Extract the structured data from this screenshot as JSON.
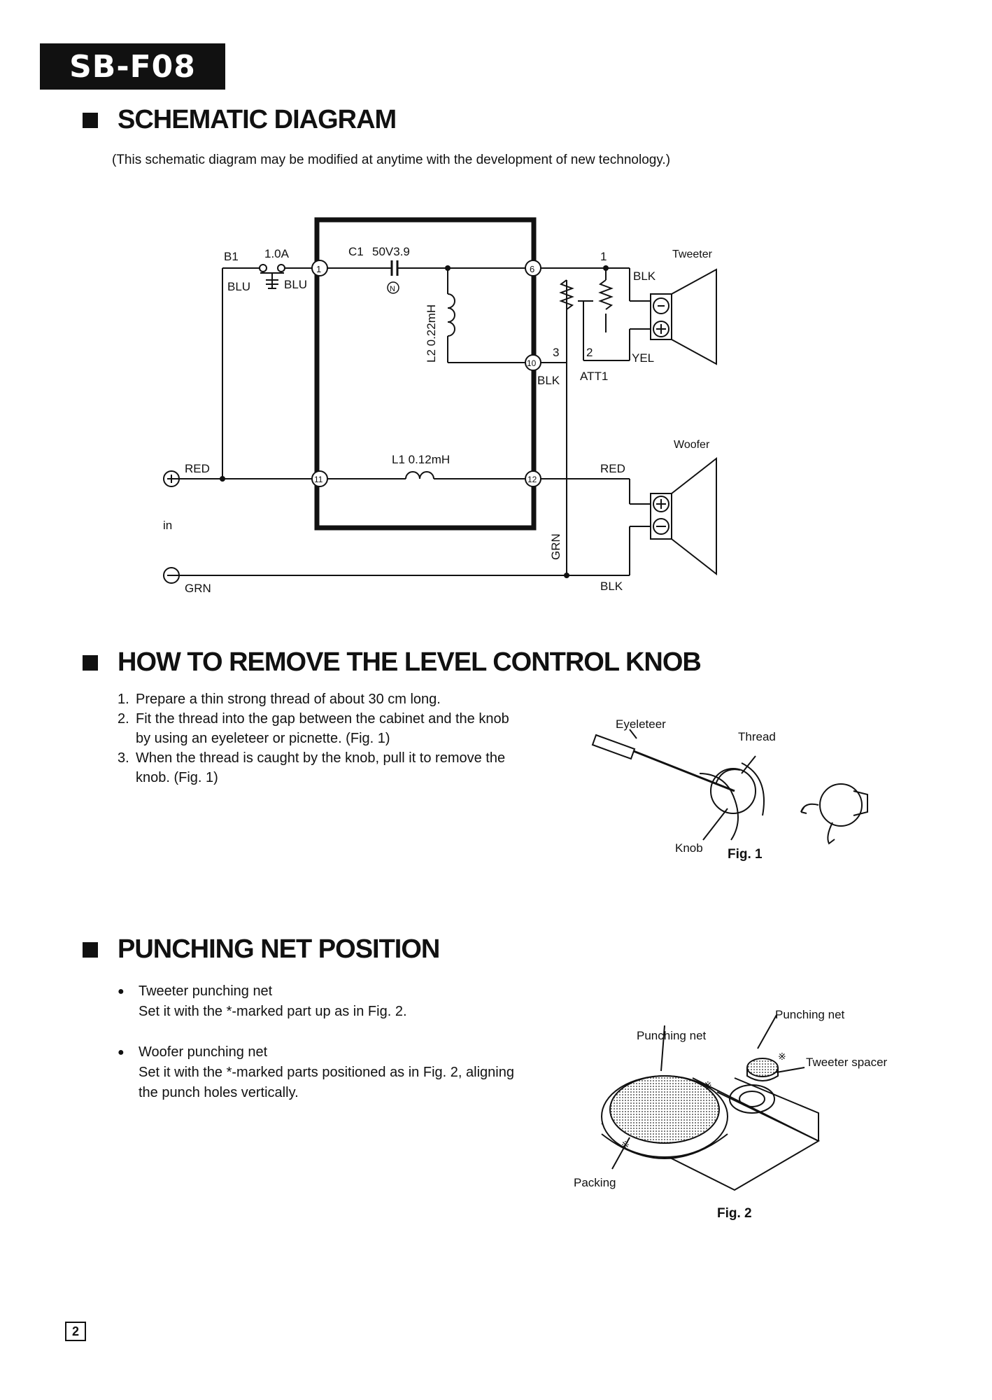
{
  "header": {
    "model": "SB-F08"
  },
  "schematic": {
    "title": "SCHEMATIC DIAGRAM",
    "note": "(This schematic diagram may be modified at anytime with the development of new technology.)",
    "labels": {
      "b1": "B1",
      "fuse": "1.0A",
      "c1": "C1",
      "c1_value": "50V3.9",
      "blu_left": "BLU",
      "blu_right": "BLU",
      "n_mark": "N",
      "l2": "L2 0.22mH",
      "l1": "L1 0.12mH",
      "t1": "1",
      "t2": "2",
      "t3": "3",
      "att1": "ATT1",
      "tweeter": "Tweeter",
      "woofer": "Woofer",
      "blk_tw": "BLK",
      "yel": "YEL",
      "blk_mid": "BLK",
      "red_in": "RED",
      "red_wf": "RED",
      "grn_in": "GRN",
      "grn_vert": "GRN",
      "blk_wf": "BLK",
      "in": "in",
      "n1": "1",
      "n6": "6",
      "n10": "10",
      "n11": "11",
      "n12": "12"
    }
  },
  "knob": {
    "title": "HOW TO REMOVE THE LEVEL CONTROL KNOB",
    "steps": [
      {
        "num": "1.",
        "text": "Prepare a thin strong thread of about 30 cm long."
      },
      {
        "num": "2.",
        "text": "Fit the thread into the gap between the cabinet and the knob by using an eyeleteer or picnette. (Fig. 1)"
      },
      {
        "num": "3.",
        "text": "When the thread is caught by the knob, pull it to remove the knob. (Fig. 1)"
      }
    ],
    "fig": {
      "eyeleteer": "Eyeleteer",
      "thread": "Thread",
      "knob": "Knob",
      "caption": "Fig. 1"
    }
  },
  "net": {
    "title": "PUNCHING NET POSITION",
    "items": [
      {
        "bullet": "●",
        "title": "Tweeter punching net",
        "text": "Set it with the *-marked part up as in Fig. 2."
      },
      {
        "bullet": "●",
        "title": "Woofer punching net",
        "text": "Set it with the *-marked parts positioned as in Fig. 2, aligning the punch holes vertically."
      }
    ],
    "fig": {
      "punching_net_left": "Punching net",
      "punching_net_right": "Punching net",
      "tweeter_spacer": "Tweeter spacer",
      "packing": "Packing",
      "mark": "※",
      "caption": "Fig. 2"
    }
  },
  "footer": {
    "page": "2"
  }
}
